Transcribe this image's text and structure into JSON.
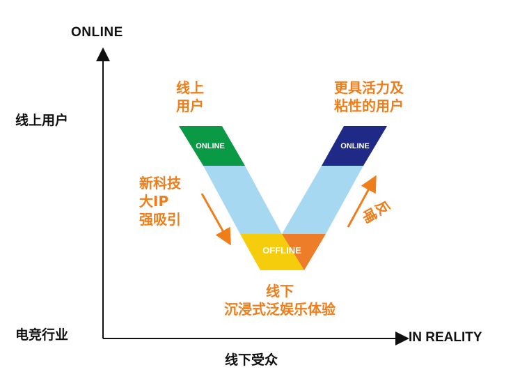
{
  "axes": {
    "y_top_label": "ONLINE",
    "x_right_label": "IN REALITY",
    "x_bottom_label": "线下受众",
    "y_upper_label": "线上用户",
    "y_lower_label": "电竞行业"
  },
  "v_diagram": {
    "left_top_segment": "ONLINE",
    "right_top_segment": "ONLINE",
    "bottom_segment": "OFFLINE"
  },
  "annotations": {
    "top_left": [
      "线上",
      "用户"
    ],
    "top_right": [
      "更具活力及",
      "粘性的用户"
    ],
    "mid_left": [
      "新科技",
      "大IP",
      "强吸引"
    ],
    "bottom": [
      "线下",
      "沉浸式泛娱乐体验"
    ],
    "feedback": [
      "反",
      "哺"
    ]
  },
  "colors": {
    "green": "#0a9a46",
    "navy": "#1e2a86",
    "light_blue": "#a6d8f2",
    "yellow": "#f6cd0c",
    "orange": "#ee7d2a",
    "text_orange": "#ee7d1a"
  }
}
